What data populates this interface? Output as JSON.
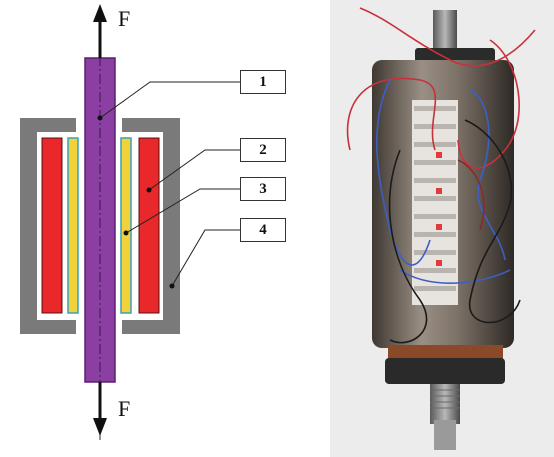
{
  "diagram": {
    "force_top_label": "F",
    "force_bottom_label": "F",
    "callouts": [
      {
        "label": "1"
      },
      {
        "label": "2"
      },
      {
        "label": "3"
      },
      {
        "label": "4"
      }
    ],
    "colors": {
      "housing": "#7a7a7a",
      "coil": "#e8282a",
      "magnetostrictive_sleeve": "#f1d23a",
      "sleeve_edge": "#3aa0b8",
      "rod": "#8b3fa3",
      "rod_edge": "#5a2170",
      "arrow": "#111111"
    }
  },
  "photo": {
    "background": "#ececec",
    "body_color": "#7d7268",
    "terminal_color": "#ececec",
    "wire_colors": [
      "#c8313b",
      "#3d5fc4",
      "#1b1b1b"
    ]
  }
}
